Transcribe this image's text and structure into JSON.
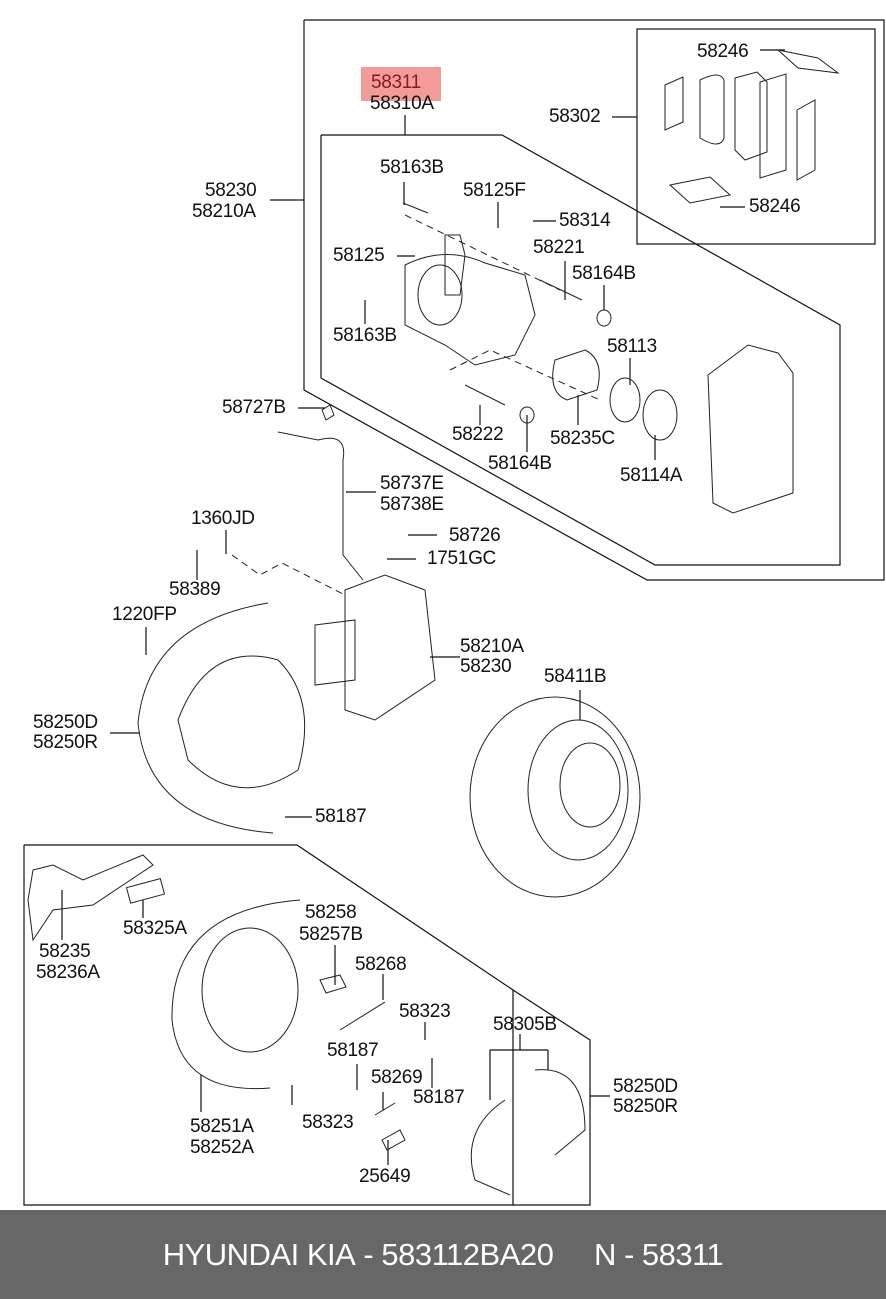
{
  "highlighted_part": "58311",
  "highlight_color": "#f08a8a",
  "labels": {
    "p58311": "58311",
    "p58310A": "58310A",
    "p58246a": "58246",
    "p58302": "58302",
    "p58246b": "58246",
    "p58230": "58230",
    "p58210A": "58210A",
    "p58163Ba": "58163B",
    "p58125F": "58125F",
    "p58314": "58314",
    "p58221": "58221",
    "p58125": "58125",
    "p58164Ba": "58164B",
    "p58163Bb": "58163B",
    "p58113": "58113",
    "p58727B": "58727B",
    "p58222": "58222",
    "p58235C": "58235C",
    "p58164Bb": "58164B",
    "p58114A": "58114A",
    "p58737E": "58737E",
    "p58738E": "58738E",
    "p1360JD": "1360JD",
    "p58726": "58726",
    "p1751GC": "1751GC",
    "p58389": "58389",
    "p1220FP": "1220FP",
    "p58210A_b": "58210A",
    "p58230_b": "58230",
    "p58411B": "58411B",
    "p58250D": "58250D",
    "p58250R": "58250R",
    "p58187a": "58187",
    "p58235": "58235",
    "p58236A": "58236A",
    "p58325A": "58325A",
    "p58258": "58258",
    "p58257B": "58257B",
    "p58268": "58268",
    "p58323a": "58323",
    "p58305B": "58305B",
    "p58187b": "58187",
    "p58269": "58269",
    "p58187c": "58187",
    "p58250D_b": "58250D",
    "p58250R_b": "58250R",
    "p58323b": "58323",
    "p58251A": "58251A",
    "p58252A": "58252A",
    "p25649": "25649"
  },
  "footer": {
    "brand": "HYUNDAI KIA",
    "separator": " - ",
    "part_number": "583112BA20",
    "gap": "     ",
    "n_label": "N",
    "n_value": "58311"
  }
}
